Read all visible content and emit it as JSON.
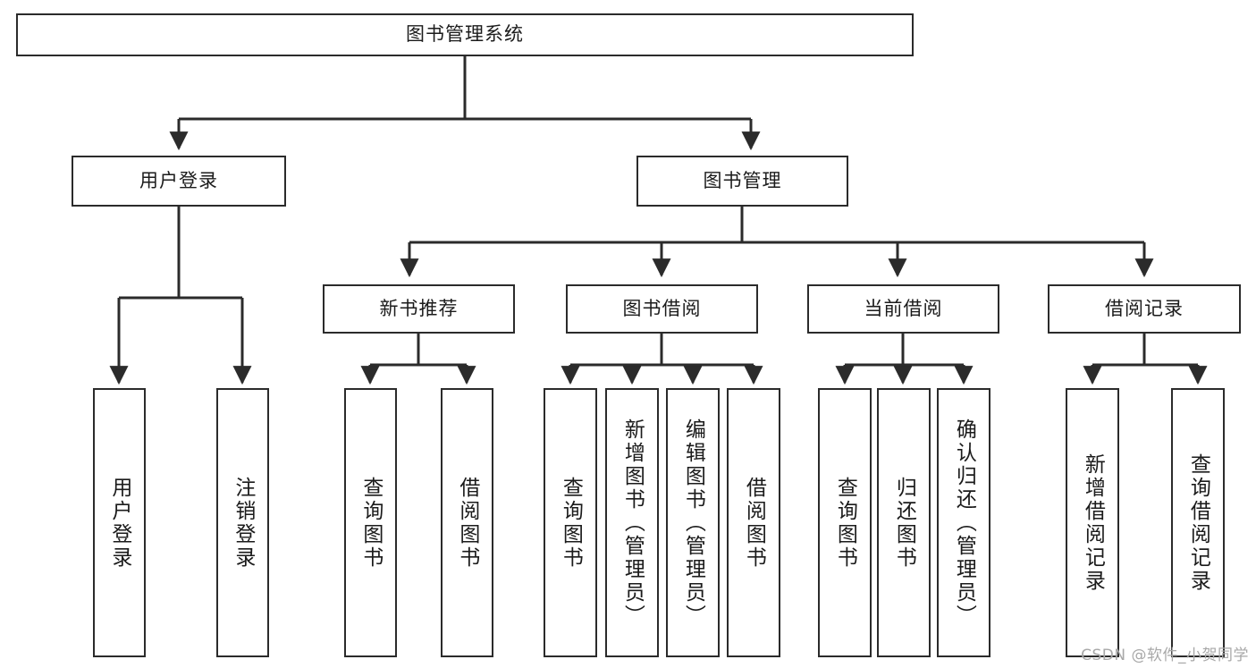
{
  "diagram": {
    "title": "图书管理系统",
    "type": "tree-hierarchy",
    "stroke_color": "#2b2b2b",
    "background_color": "#ffffff",
    "watermark": "CSDN @软件_小贺同学"
  },
  "nodes": {
    "root": {
      "label": "图书管理系统"
    },
    "tier1": [
      {
        "label": "用户登录"
      },
      {
        "label": "图书管理"
      }
    ],
    "tier2": [
      {
        "label": "新书推荐"
      },
      {
        "label": "图书借阅"
      },
      {
        "label": "当前借阅"
      },
      {
        "label": "借阅记录"
      }
    ],
    "leaves_user_login": [
      {
        "label": "用户登录"
      },
      {
        "label": "注销登录"
      }
    ],
    "leaves_new_book": [
      {
        "label": "查询图书"
      },
      {
        "label": "借阅图书"
      }
    ],
    "leaves_borrow": [
      {
        "label": "查询图书"
      },
      {
        "label": "新增图书（管理员）"
      },
      {
        "label": "编辑图书（管理员）"
      },
      {
        "label": "借阅图书"
      }
    ],
    "leaves_current": [
      {
        "label": "查询图书"
      },
      {
        "label": "归还图书"
      },
      {
        "label": "确认归还（管理员）"
      }
    ],
    "leaves_record": [
      {
        "label": "新增借阅记录"
      },
      {
        "label": "查询借阅记录"
      }
    ]
  }
}
